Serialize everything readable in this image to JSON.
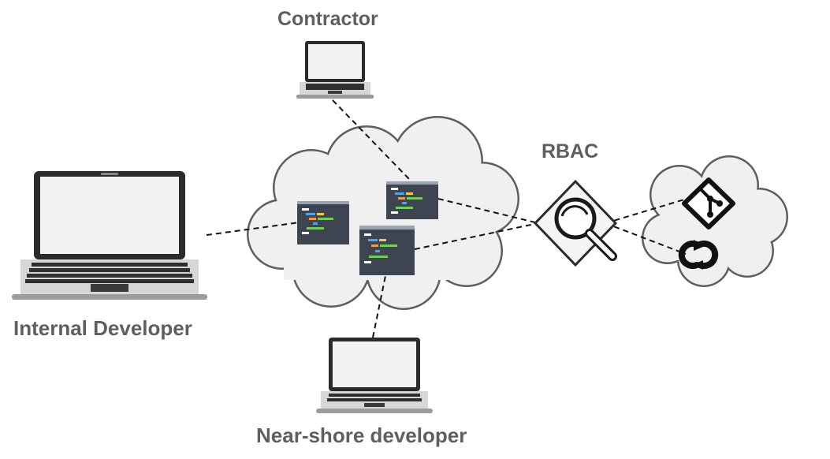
{
  "nodes": {
    "contractor": {
      "label": "Contractor",
      "icon": "laptop-icon"
    },
    "internal_developer": {
      "label": "Internal Developer",
      "icon": "laptop-icon"
    },
    "nearshore_developer": {
      "label": "Near-shore developer",
      "icon": "laptop-icon"
    },
    "rbac": {
      "label": "RBAC",
      "icon": "magnifier-icon"
    },
    "dev_cloud": {
      "icon": "cloud-icon",
      "contents": [
        "code-window-icon",
        "code-window-icon",
        "code-window-icon"
      ]
    },
    "target_cloud": {
      "icon": "cloud-icon",
      "contents": [
        "git-icon",
        "sync-icon"
      ]
    }
  },
  "colors": {
    "label_text": "#5f5f5f",
    "cloud_fill": "#f0f0f0",
    "cloud_stroke": "#5e5e5e",
    "code_window": "#3e4451",
    "connector": "#111111"
  }
}
